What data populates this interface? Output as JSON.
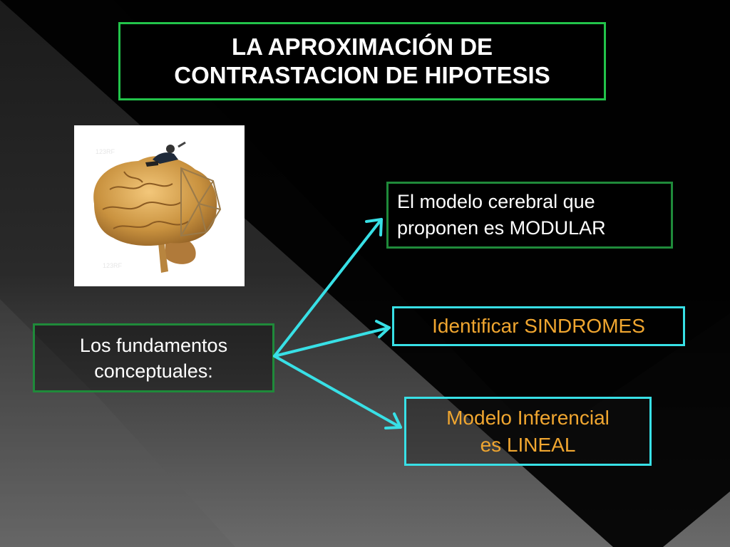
{
  "slide": {
    "title_line1": "LA APROXIMACIÓN DE",
    "title_line2": "CONTRASTACION DE HIPOTESIS"
  },
  "fundamentos": {
    "line1": "Los fundamentos",
    "line2": "conceptuales:"
  },
  "branches": [
    {
      "line1": "El modelo cerebral que",
      "line2": "proponen es MODULAR"
    },
    {
      "line1": "Identificar SINDROMES"
    },
    {
      "line1": "Modelo Inferencial",
      "line2": "es LINEAL"
    }
  ],
  "image": {
    "icon": "brain-with-worker-illustration"
  },
  "colors": {
    "title_border": "#22c34a",
    "box_border": "#1f8a3a",
    "arrow": "#38e0e6",
    "highlight_text": "#f0a630"
  }
}
